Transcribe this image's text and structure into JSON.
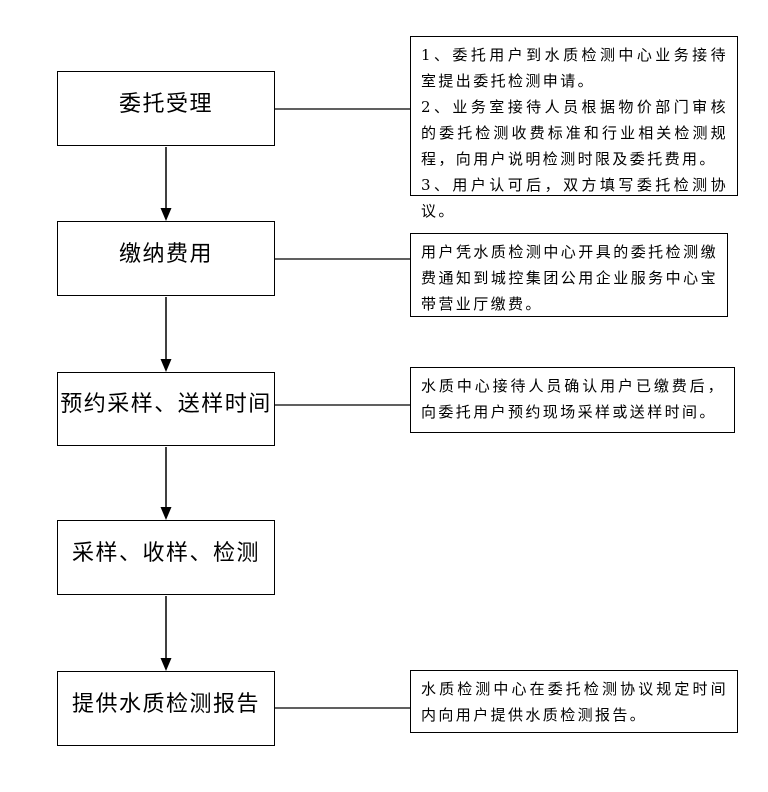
{
  "colors": {
    "background": "#ffffff",
    "box_border": "#000000",
    "text": "#000000",
    "arrow_line": "#404040",
    "arrow_head": "#000000",
    "connector_line": "#000000"
  },
  "flow": {
    "steps": [
      {
        "label": "委托受理"
      },
      {
        "label": "缴纳费用"
      },
      {
        "label": "预约采样、送样时间"
      },
      {
        "label": "采样、收样、检测"
      },
      {
        "label": "提供水质检测报告"
      }
    ],
    "notes": [
      {
        "attached_to_step": "委托受理",
        "items": [
          "1、委托用户到水质检测中心业务接待室提出委托检测申请。",
          "2、业务室接待人员根据物价部门审核的委托检测收费标准和行业相关检测规程，向用户说明检测时限及委托费用。",
          "3、用户认可后，双方填写委托检测协议。"
        ]
      },
      {
        "attached_to_step": "缴纳费用",
        "items": [
          "用户凭水质检测中心开具的委托检测缴费通知到城控集团公用企业服务中心宝带营业厅缴费。"
        ]
      },
      {
        "attached_to_step": "预约采样、送样时间",
        "items": [
          "水质中心接待人员确认用户已缴费后，向委托用户预约现场采样或送样时间。"
        ]
      },
      {
        "attached_to_step": "提供水质检测报告",
        "items": [
          "水质检测中心在委托检测协议规定时间内向用户提供水质检测报告。"
        ]
      }
    ]
  }
}
